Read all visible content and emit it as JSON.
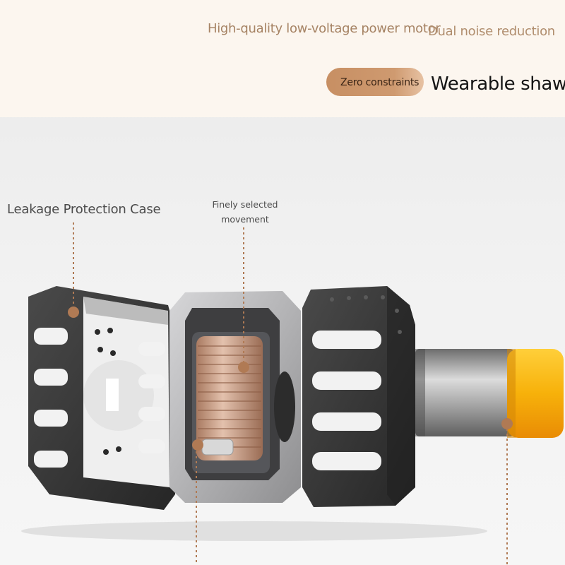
{
  "header": {
    "feature_power": "High-quality low-voltage power motor",
    "feature_noise": "Dual noise reduction",
    "badge": "Zero constraints",
    "headline": "Wearable shawl"
  },
  "callouts": {
    "leakage": "Leakage Protection Case",
    "movement": "Finely selected movement"
  },
  "colors": {
    "band_bg": "#fcf6ef",
    "accent_brown": "#b07a54",
    "pill": "#c78f63",
    "shell_dark": "#3a3a3a",
    "frame_silver": "#b9b9bb",
    "copper": "#c99a7d",
    "shaft": "#9c9c9c",
    "cap_yellow": "#f5b10a"
  }
}
